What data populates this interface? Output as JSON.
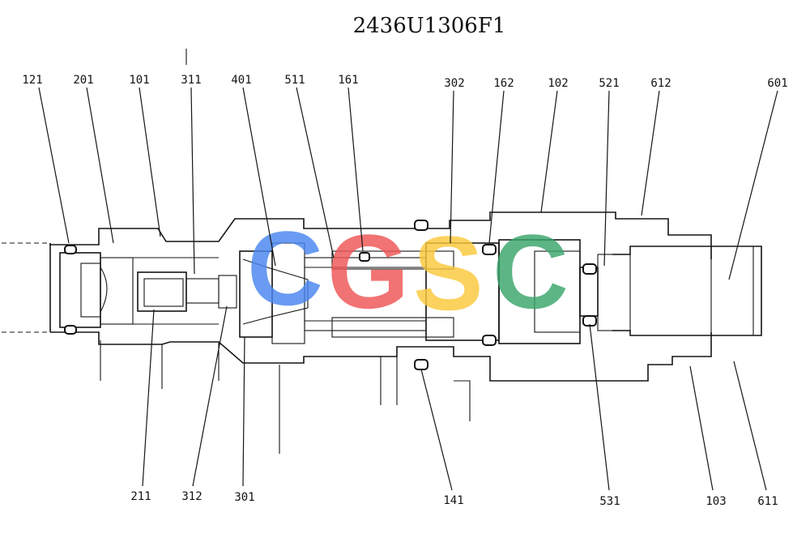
{
  "title": "2436U1306F1",
  "watermark": {
    "letters": [
      "C",
      "G",
      "S",
      "C"
    ],
    "colors": [
      "#4a86f0",
      "#ee5555",
      "#fbc93a",
      "#3aa56b"
    ]
  },
  "part_labels": {
    "top": [
      "121",
      "201",
      "101",
      "311",
      "401",
      "511",
      "161",
      "302",
      "162",
      "102",
      "521",
      "612",
      "601"
    ],
    "bottom": [
      "211",
      "312",
      "301",
      "141",
      "531",
      "103",
      "611"
    ]
  }
}
